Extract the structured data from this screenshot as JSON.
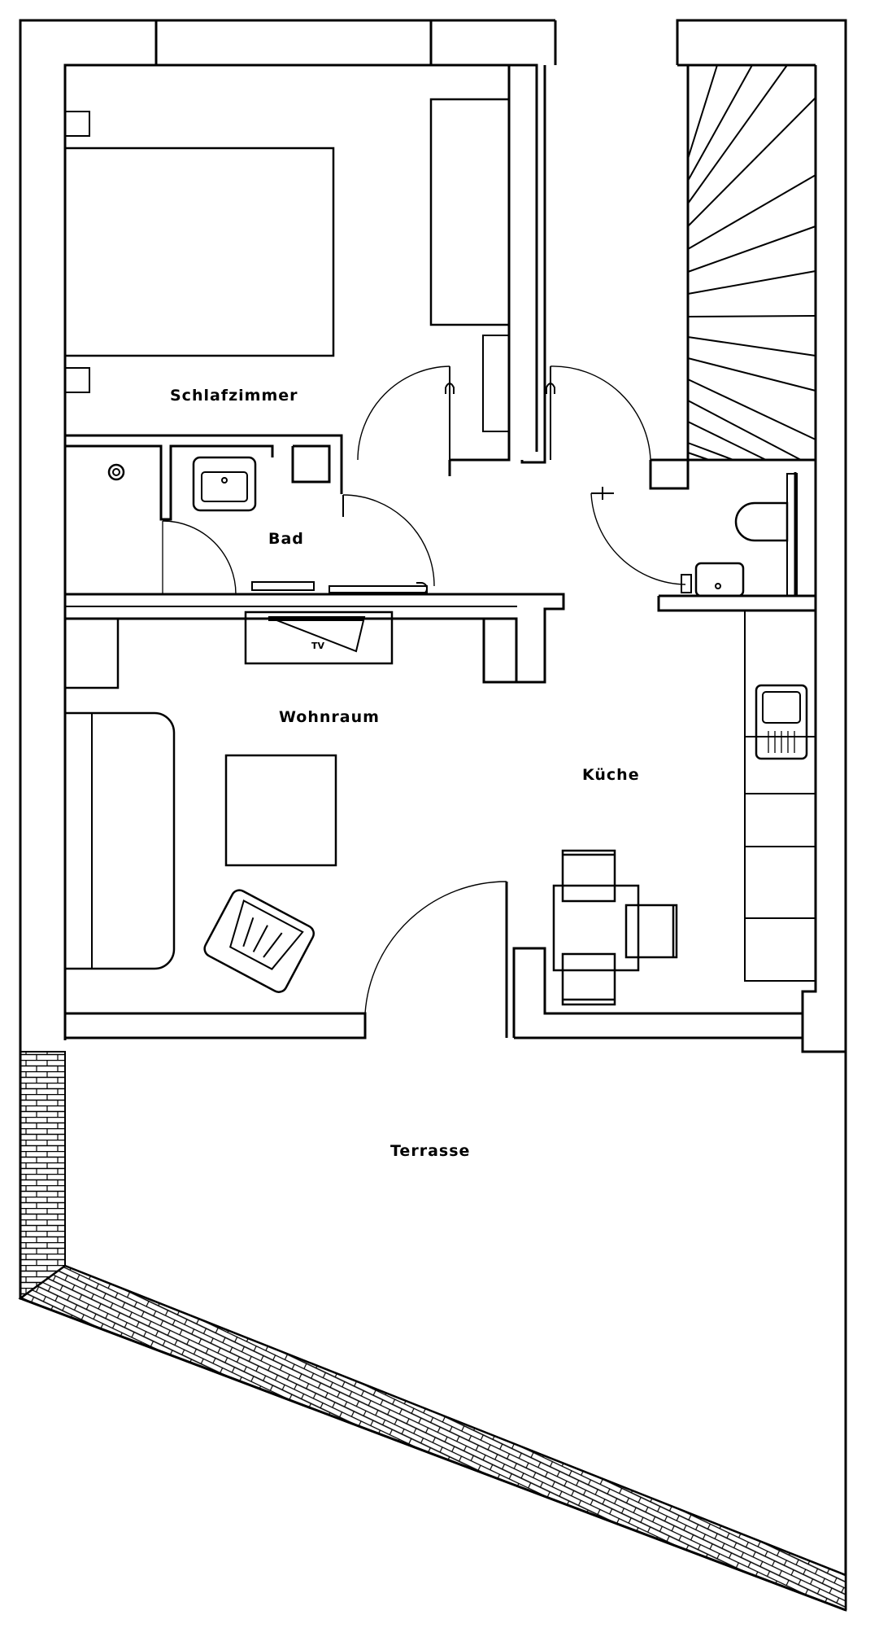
{
  "rooms": {
    "schlafzimmer": "Schlafzimmer",
    "bad": "Bad",
    "wohnraum": "Wohnraum",
    "kueche": "Küche",
    "terrasse": "Terrasse"
  },
  "furniture": {
    "tv": "TV"
  }
}
